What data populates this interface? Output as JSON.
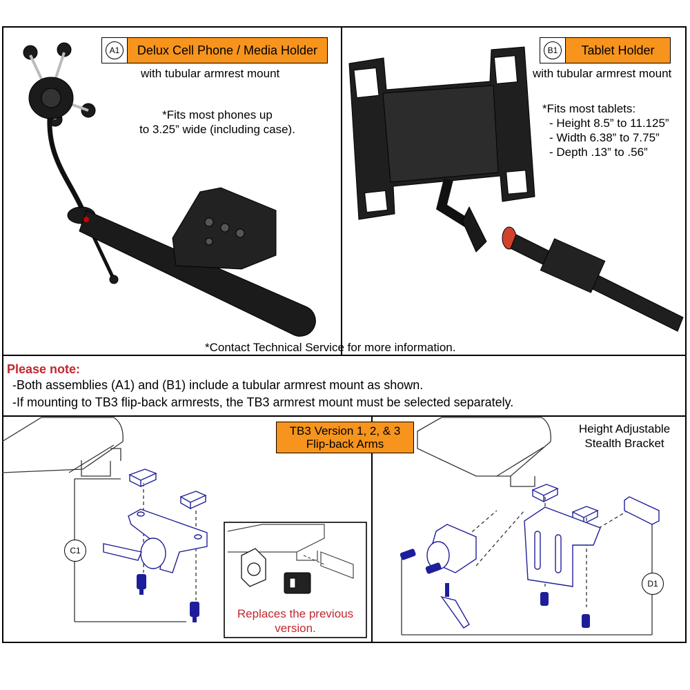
{
  "panel_a1": {
    "code": "A1",
    "title": "Delux Cell Phone / Media Holder",
    "subtitle": "with tubular armrest mount",
    "fits_line1": "*Fits most phones up",
    "fits_line2": "to 3.25” wide (including case)."
  },
  "panel_b1": {
    "code": "B1",
    "title": "Tablet Holder",
    "subtitle": "with tubular armrest mount",
    "fits_title": "*Fits most tablets:",
    "specs": [
      "- Height 8.5” to 11.125”",
      "- Width 6.38” to 7.75”",
      "- Depth .13” to .56”"
    ]
  },
  "contact_note": "*Contact Technical Service for more information.",
  "please_note": {
    "title": "Please note:",
    "items": [
      "-Both assemblies (A1) and (B1) include a tubular armrest mount as shown.",
      "-If mounting to TB3 flip-back armrests, the TB3 armrest mount must be selected separately."
    ]
  },
  "panel_c1": {
    "label_line1": "TB3 Version 1, 2, & 3",
    "label_line2": "Flip-back Arms",
    "code": "C1",
    "replaces_line1": "Replaces the previous",
    "replaces_line2": "version."
  },
  "panel_d1": {
    "label_line1": "Height Adjustable",
    "label_line2": "Stealth Bracket",
    "code": "D1"
  },
  "colors": {
    "accent_orange": "#f7941d",
    "note_red": "#c1272d",
    "part_blue": "#1e1e9a"
  }
}
